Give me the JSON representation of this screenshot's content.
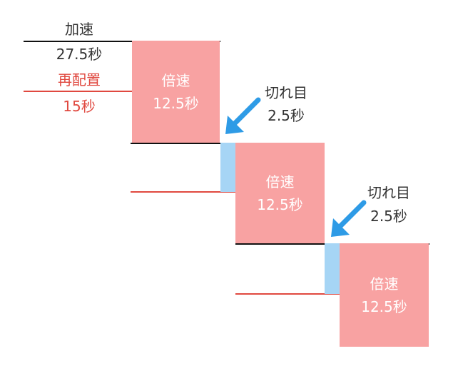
{
  "legend": {
    "accel_label": "加速",
    "accel_time": "27.5秒",
    "relocate_label": "再配置",
    "relocate_time": "15秒"
  },
  "steps": [
    {
      "label": "倍速",
      "time": "12.5秒"
    },
    {
      "label": "倍速",
      "time": "12.5秒"
    },
    {
      "label": "倍速",
      "time": "12.5秒"
    }
  ],
  "gaps": [
    {
      "label": "切れ目",
      "time": "2.5秒"
    },
    {
      "label": "切れ目",
      "time": "2.5秒"
    }
  ],
  "colors": {
    "accel_line": "#111111",
    "relocate": "#e0483f",
    "speed_box": "#f8a2a2",
    "gap_box": "#a6d5f5",
    "arrow": "#2e9be6"
  }
}
